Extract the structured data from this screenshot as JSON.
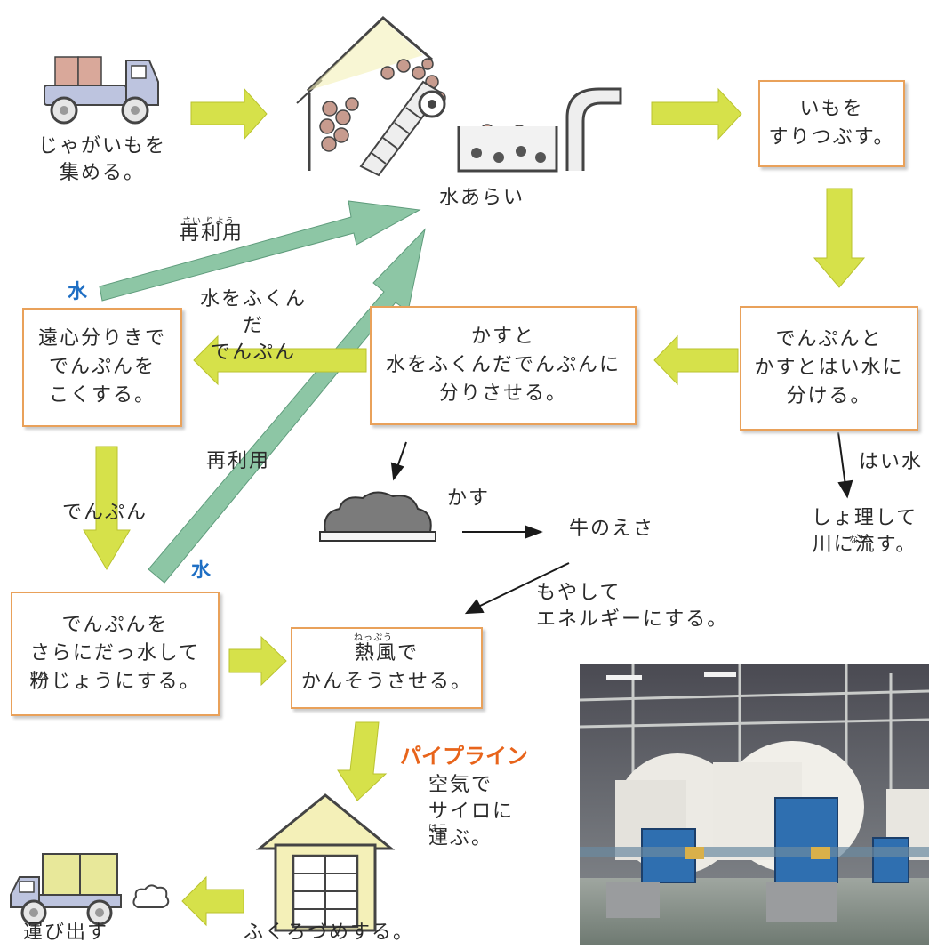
{
  "colors": {
    "box_border": "#e9a15a",
    "arrow_yellow": "#d6e14a",
    "arrow_green": "#8dc6a5",
    "water_blue": "#1f6fc4",
    "pipeline_orange": "#e8641b"
  },
  "steps": {
    "collect": "じゃがいもを\n集める。",
    "wash": "水あらい",
    "grind": "いもを\nすりつぶす。",
    "separate_waste": "でんぷんと\nかすとはい水に\n分ける。",
    "separate_starch": "かすと\n水をふくんだでんぷんに\n分りさせる。",
    "centrifuge": "遠心分りきで\nでんぷんを\nこくする。",
    "dehydrate": "でんぷんを\nさらにだっ水して\n粉じょうにする。",
    "dry": "熱風で\nかんそうさせる。",
    "bag": "ふくろづめする。",
    "ship": "運び出す"
  },
  "labels": {
    "reuse_top": "再利用",
    "reuse_mid": "再利用",
    "water_starch": "水をふくんだ\nでんぷん",
    "starch": "でんぷん",
    "residue": "かす",
    "cattle_feed": "牛のえさ",
    "burn": "もやして\nエネルギーにする。",
    "waste_water": "はい水",
    "treat_release": "しょ理して\n川に流す。",
    "water_1": "水",
    "water_2": "水",
    "pipeline": "パイプライン",
    "pipeline_desc": "空気で\nサイロに\n運ぶ。"
  },
  "furigana": {
    "reuse": "さい りよう",
    "flow": "なが",
    "hot_air": "ねっぷう",
    "powder": "こな",
    "carry": "はこ"
  },
  "icons": [
    "truck-icon",
    "washing-factory-icon",
    "residue-pile-icon",
    "silo-icon",
    "exhaust-cloud-icon",
    "factory-photo"
  ]
}
